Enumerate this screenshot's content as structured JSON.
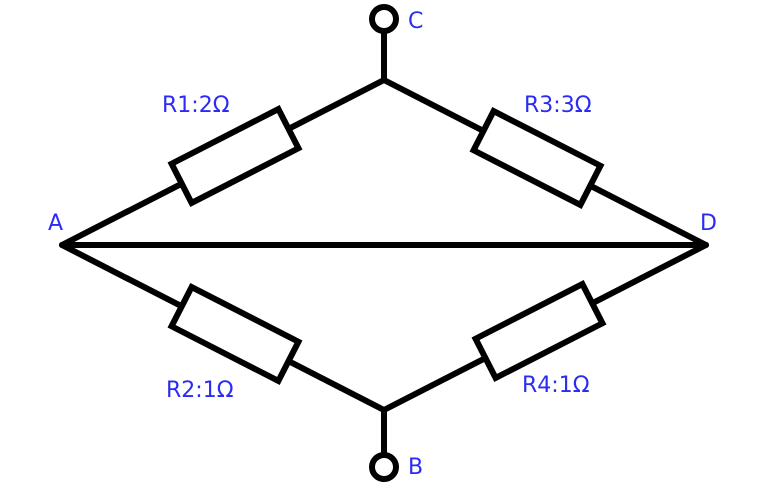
{
  "nodes": {
    "A": "A",
    "B": "B",
    "C": "C",
    "D": "D"
  },
  "resistors": [
    {
      "id": "R1",
      "label": "R1:2Ω",
      "ohms": 2,
      "between": [
        "A",
        "top"
      ]
    },
    {
      "id": "R2",
      "label": "R2:1Ω",
      "ohms": 1,
      "between": [
        "A",
        "bottom"
      ]
    },
    {
      "id": "R3",
      "label": "R3:3Ω",
      "ohms": 3,
      "between": [
        "top",
        "D"
      ]
    },
    {
      "id": "R4",
      "label": "R4:1Ω",
      "ohms": 1,
      "between": [
        "bottom",
        "D"
      ]
    }
  ],
  "colors": {
    "wire": "#000000",
    "label": "#2b2bf5"
  }
}
